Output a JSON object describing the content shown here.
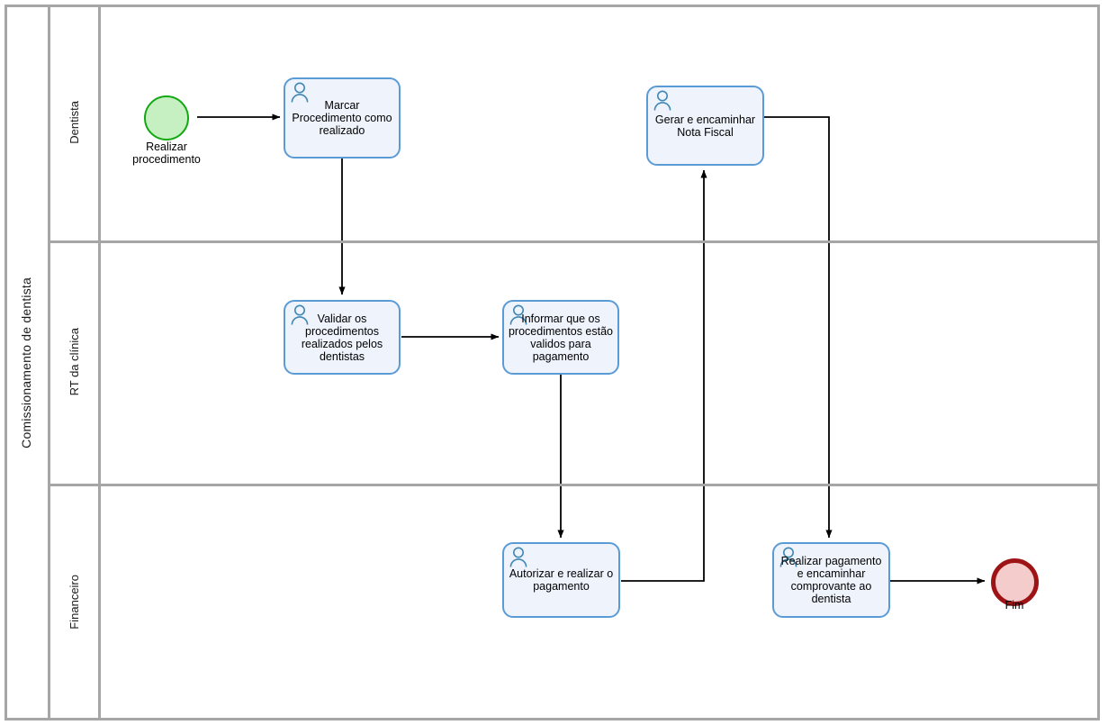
{
  "diagram": {
    "type": "bpmn-collaboration",
    "pool": {
      "name": "Comissionamento de dentista"
    },
    "lanes": [
      {
        "id": "dentista",
        "name": "Dentista"
      },
      {
        "id": "rt",
        "name": "RT da clínica"
      },
      {
        "id": "financeiro",
        "name": "Financeiro"
      }
    ],
    "colors": {
      "lane_border": "#a6a6a6",
      "task_border": "#5b9bd5",
      "task_fill": "#eef3fc",
      "start_border": "#12a812",
      "start_fill": "#c6f0c2",
      "end_border": "#9e1316",
      "end_fill": "#f4cccc",
      "flow": "#000000"
    },
    "events": [
      {
        "id": "start",
        "kind": "start-event",
        "label": "Realizar\nprocedimento",
        "lane": "dentista"
      },
      {
        "id": "end",
        "kind": "end-event",
        "label": "Fim",
        "lane": "financeiro"
      }
    ],
    "tasks": [
      {
        "id": "t1",
        "kind": "user-task",
        "lane": "dentista",
        "label": "Marcar Procedimento como realizado"
      },
      {
        "id": "t2",
        "kind": "user-task",
        "lane": "rt",
        "label": "Validar os procedimentos realizados pelos dentistas"
      },
      {
        "id": "t3",
        "kind": "user-task",
        "lane": "rt",
        "label": "Informar que os procedimentos estão validos para pagamento"
      },
      {
        "id": "t4",
        "kind": "user-task",
        "lane": "financeiro",
        "label": "Autorizar e realizar o pagamento"
      },
      {
        "id": "t5",
        "kind": "user-task",
        "lane": "dentista",
        "label": "Gerar e encaminhar Nota Fiscal"
      },
      {
        "id": "t6",
        "kind": "user-task",
        "lane": "financeiro",
        "label": "Realizar pagamento e encaminhar comprovante ao dentista"
      }
    ],
    "flows": [
      {
        "id": "f1",
        "from": "start",
        "to": "t1"
      },
      {
        "id": "f2",
        "from": "t1",
        "to": "t2"
      },
      {
        "id": "f3",
        "from": "t2",
        "to": "t3"
      },
      {
        "id": "f4",
        "from": "t3",
        "to": "t4"
      },
      {
        "id": "f5",
        "from": "t4",
        "to": "t5"
      },
      {
        "id": "f6",
        "from": "t5",
        "to": "t6"
      },
      {
        "id": "f7",
        "from": "t6",
        "to": "end"
      }
    ]
  }
}
